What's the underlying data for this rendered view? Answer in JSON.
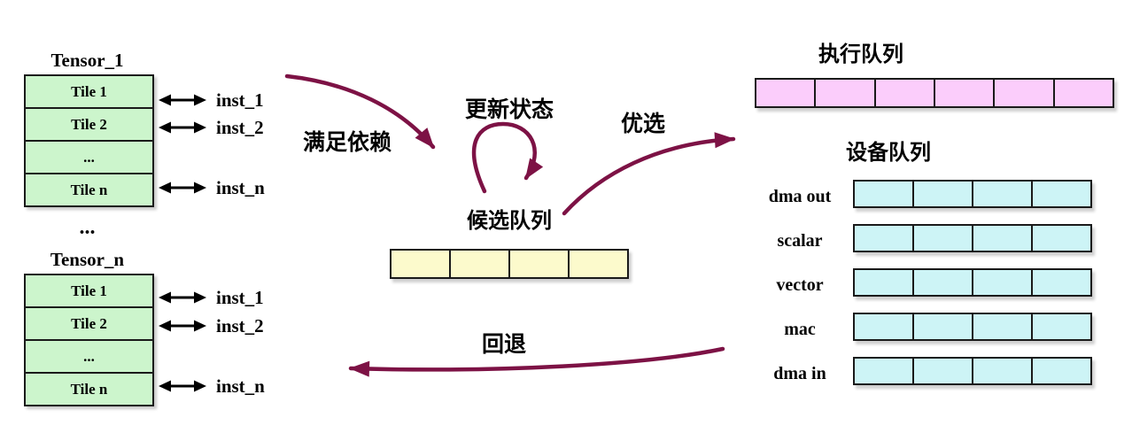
{
  "colors": {
    "arrow": "#7D1245",
    "tile_fill": "#CCF5CC",
    "candidate_fill": "#FCFACC",
    "execution_fill": "#FBCDFB",
    "device_fill": "#CDF4F6",
    "border": "#1A1A1A",
    "double_arrow": "#000000"
  },
  "tensors": [
    {
      "title": "Tensor_1",
      "rows": [
        "Tile 1",
        "Tile 2",
        "...",
        "Tile n"
      ],
      "insts": [
        "inst_1",
        "inst_2",
        "inst_n"
      ]
    },
    {
      "title": "Tensor_n",
      "rows": [
        "Tile 1",
        "Tile 2",
        "...",
        "Tile n"
      ],
      "insts": [
        "inst_1",
        "inst_2",
        "inst_n"
      ]
    }
  ],
  "tensor_separator": "...",
  "flow_labels": {
    "satisfy_dependency": "满足依赖",
    "update_status": "更新状态",
    "prefer": "优选",
    "rollback": "回退"
  },
  "candidate_queue": {
    "title": "候选队列",
    "cells": 4
  },
  "execution_queue": {
    "title": "执行队列",
    "cells": 6
  },
  "device_queues": {
    "title": "设备队列",
    "cells_per_queue": 4,
    "rows": [
      "dma out",
      "scalar",
      "vector",
      "mac",
      "dma in"
    ]
  }
}
